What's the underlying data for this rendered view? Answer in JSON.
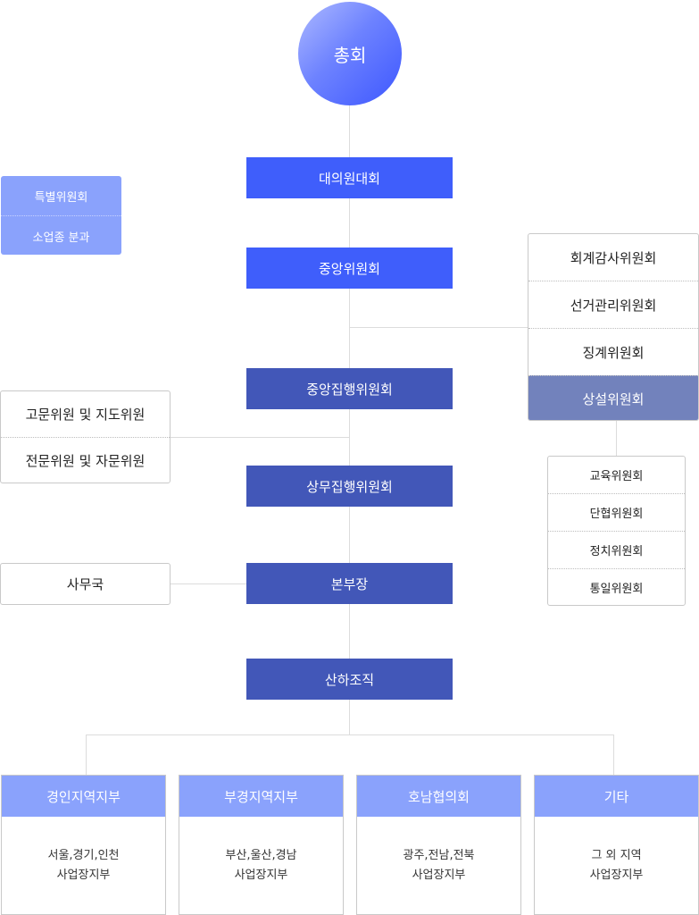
{
  "top": {
    "label": "총회"
  },
  "main": [
    {
      "label": "대의원대회"
    },
    {
      "label": "중앙위원회"
    },
    {
      "label": "중앙집행위원회"
    },
    {
      "label": "상무집행위원회"
    },
    {
      "label": "본부장"
    },
    {
      "label": "산하조직"
    }
  ],
  "special_committees": [
    "특별위원회",
    "소업종 분과"
  ],
  "right_committees": [
    "회계감사위원회",
    "선거관리위원회",
    "징계위원회",
    "상설위원회"
  ],
  "standing_committees": [
    "교육위원회",
    "단협위원회",
    "정치위원회",
    "통일위원회"
  ],
  "advisors": [
    "고문위원 및 지도위원",
    "전문위원 및 자문위원"
  ],
  "secretariat": {
    "label": "사무국"
  },
  "regions": [
    {
      "name": "경인지역지부",
      "line1": "서울,경기,인천",
      "line2": "사업장지부"
    },
    {
      "name": "부경지역지부",
      "line1": "부산,울산,경남",
      "line2": "사업장지부"
    },
    {
      "name": "호남협의회",
      "line1": "광주,전남,전북",
      "line2": "사업장지부"
    },
    {
      "name": "기타",
      "line1": "그 외 지역",
      "line2": "사업장지부"
    }
  ],
  "colors": {
    "primary_blue": "#3f5efb",
    "navy": "#4257b8",
    "light_blue": "#8aa2fc",
    "standing_gray_blue": "#7282bc",
    "line": "#dcdcdc"
  }
}
